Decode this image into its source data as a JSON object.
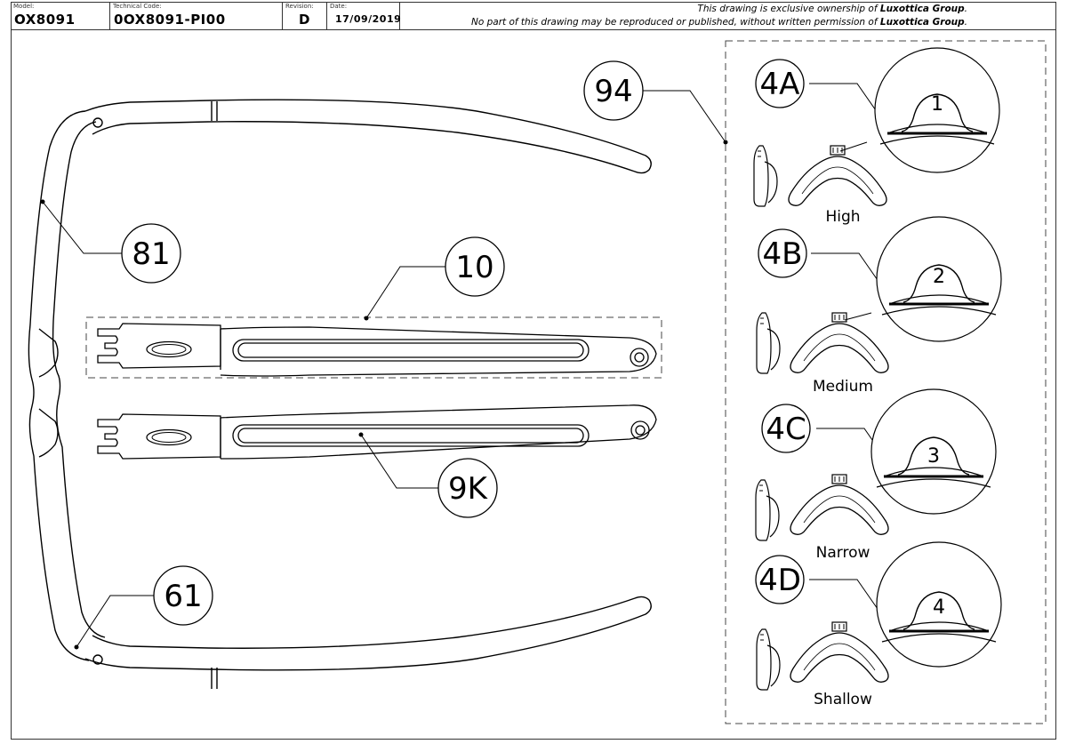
{
  "title_block": {
    "model_label": "Model:",
    "model_value": "OX8091",
    "technical_code_label": "Technical Code:",
    "technical_code_value": "0OX8091-PI00",
    "revision_label": "Revision:",
    "revision_value": "D",
    "date_label": "Date:",
    "date_value": "17/09/2019",
    "notice_line1_prefix": "This drawing is exclusive ownership of ",
    "notice_line1_brand": "Luxottica Group",
    "notice_line1_suffix": ".",
    "notice_line2_prefix": "No part of this drawing may be reproduced or published, without written permission of ",
    "notice_line2_brand": "Luxottica Group",
    "notice_line2_suffix": "."
  },
  "callouts": {
    "frame_front": "81",
    "temple_right": "10",
    "temple_left": "9K",
    "hinge_screw": "61",
    "nose_pad_group": "94"
  },
  "nose_pads": [
    {
      "code": "4A",
      "size_number": "1",
      "caption": "High"
    },
    {
      "code": "4B",
      "size_number": "2",
      "caption": "Medium"
    },
    {
      "code": "4C",
      "size_number": "3",
      "caption": "Narrow"
    },
    {
      "code": "4D",
      "size_number": "4",
      "caption": "Shallow"
    }
  ]
}
